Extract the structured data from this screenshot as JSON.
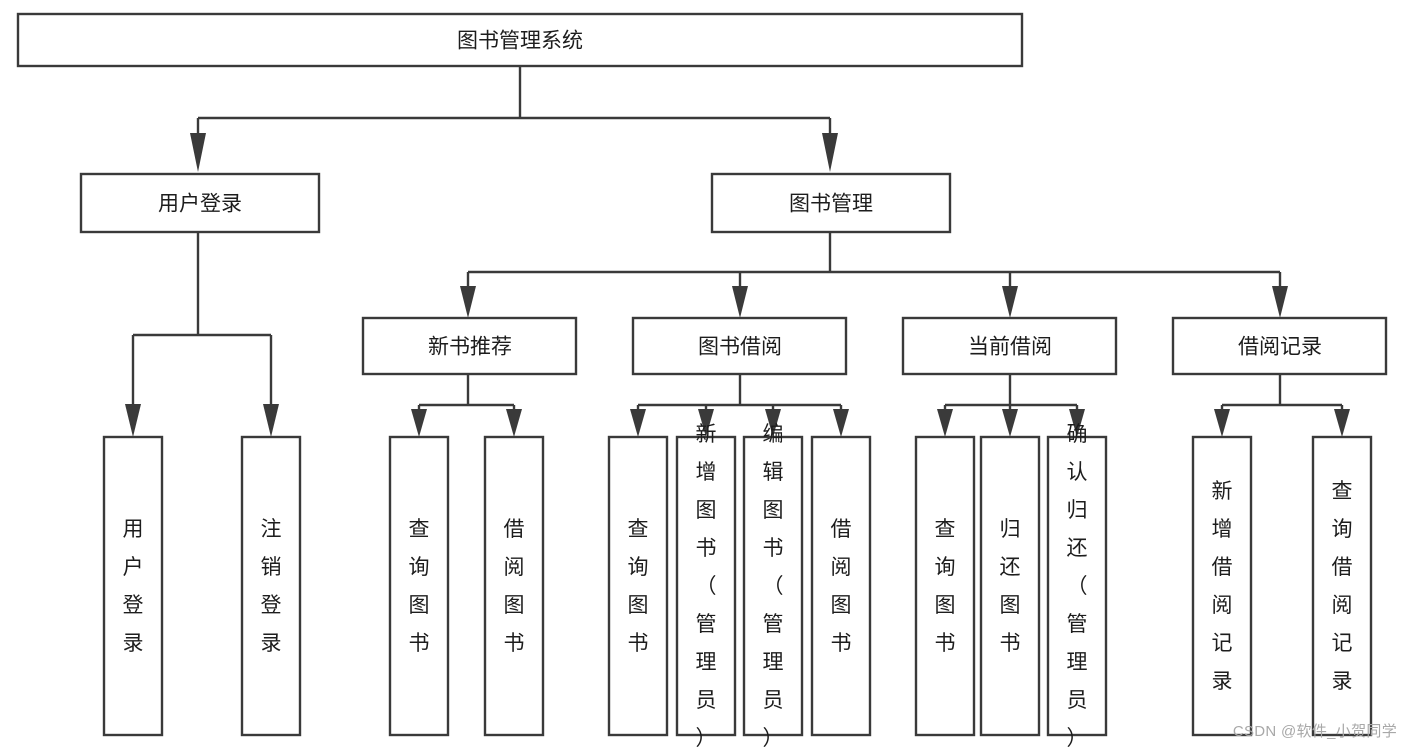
{
  "diagram": {
    "type": "tree",
    "title": "图书管理系统",
    "watermark": "CSDN @软件_小贺同学",
    "colors": {
      "stroke": "#3a3a3a",
      "box_fill": "#ffffff",
      "text": "#1d1d1d",
      "background": "#ffffff",
      "watermark": "#a8a8a8"
    },
    "root": {
      "label": "图书管理系统"
    },
    "level2": [
      {
        "label": "用户登录"
      },
      {
        "label": "图书管理"
      }
    ],
    "level3": [
      {
        "label": "新书推荐"
      },
      {
        "label": "图书借阅"
      },
      {
        "label": "当前借阅"
      },
      {
        "label": "借阅记录"
      }
    ],
    "leaves": {
      "user_login": [
        {
          "label": "用户登录"
        },
        {
          "label": "注销登录"
        }
      ],
      "new_book": [
        {
          "label": "查询图书"
        },
        {
          "label": "借阅图书"
        }
      ],
      "book_borrow": [
        {
          "label": "查询图书"
        },
        {
          "label": "新增图书（管理员）"
        },
        {
          "label": "编辑图书（管理员）"
        },
        {
          "label": "借阅图书"
        }
      ],
      "current_borrow": [
        {
          "label": "查询图书"
        },
        {
          "label": "归还图书"
        },
        {
          "label": "确认归还（管理员）"
        }
      ],
      "borrow_record": [
        {
          "label": "新增借阅记录"
        },
        {
          "label": "查询借阅记录"
        }
      ]
    }
  }
}
